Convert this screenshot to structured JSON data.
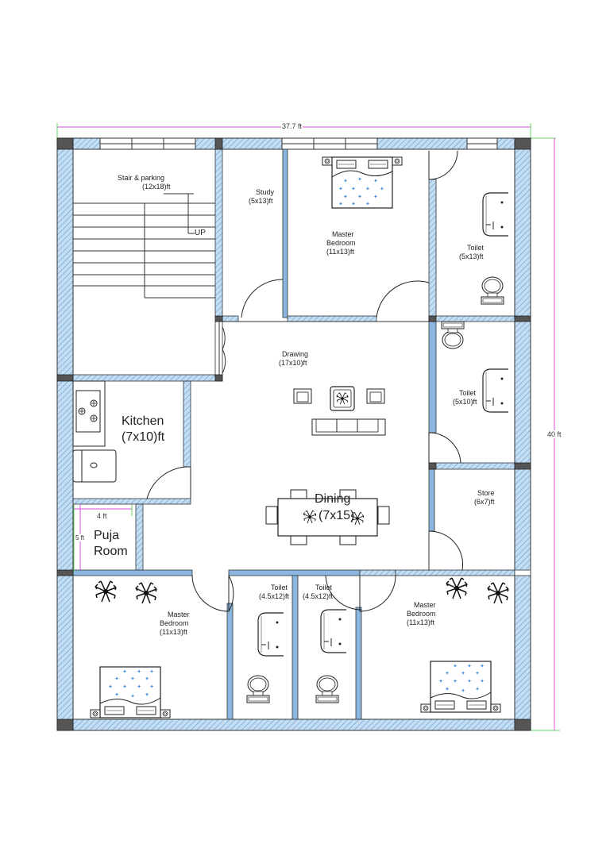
{
  "plan": {
    "overall_width_label": "37.7 ft",
    "overall_height_label": "40 ft",
    "colors": {
      "wall_fill": "#b7d6ef",
      "wall_hatch": "#5b8ec4",
      "column": "#555555",
      "dimension_line": "#d44fd8",
      "extension_line": "#66d466",
      "furniture_accent": "#4a90d9"
    }
  },
  "rooms": {
    "stair": {
      "name": "Stair & parking",
      "size": "(12x18)ft",
      "up_label": "UP"
    },
    "study": {
      "name": "Study",
      "size": "(5x13)ft"
    },
    "master_bedroom_top": {
      "name": "Master",
      "name2": "Bedroom",
      "size": "(11x13)ft"
    },
    "toilet_top_right": {
      "name": "Toilet",
      "size": "(5x13)ft"
    },
    "drawing": {
      "name": "Drawing",
      "size": "(17x10)ft"
    },
    "toilet_mid_right": {
      "name": "Toilet",
      "size": "(5x10)ft"
    },
    "kitchen": {
      "name": "Kitchen",
      "size": "(7x10)ft"
    },
    "dining": {
      "name": "Dining",
      "size": "(7x15)"
    },
    "store": {
      "name": "Store",
      "size": "(6x7)ft"
    },
    "puja": {
      "name": "Puja",
      "name2": "Room",
      "width_label": "4 ft",
      "height_label": "5 ft"
    },
    "master_bedroom_bottom_left": {
      "name": "Master",
      "name2": "Bedroom",
      "size": "(11x13)ft"
    },
    "toilet_bottom_1": {
      "name": "Toilet",
      "size": "(4.5x12)ft"
    },
    "toilet_bottom_2": {
      "name": "Toilet",
      "size": "(4.5x12)ft"
    },
    "master_bedroom_bottom_right": {
      "name": "Master",
      "name2": "Bedroom",
      "size": "(11x13)ft"
    }
  }
}
